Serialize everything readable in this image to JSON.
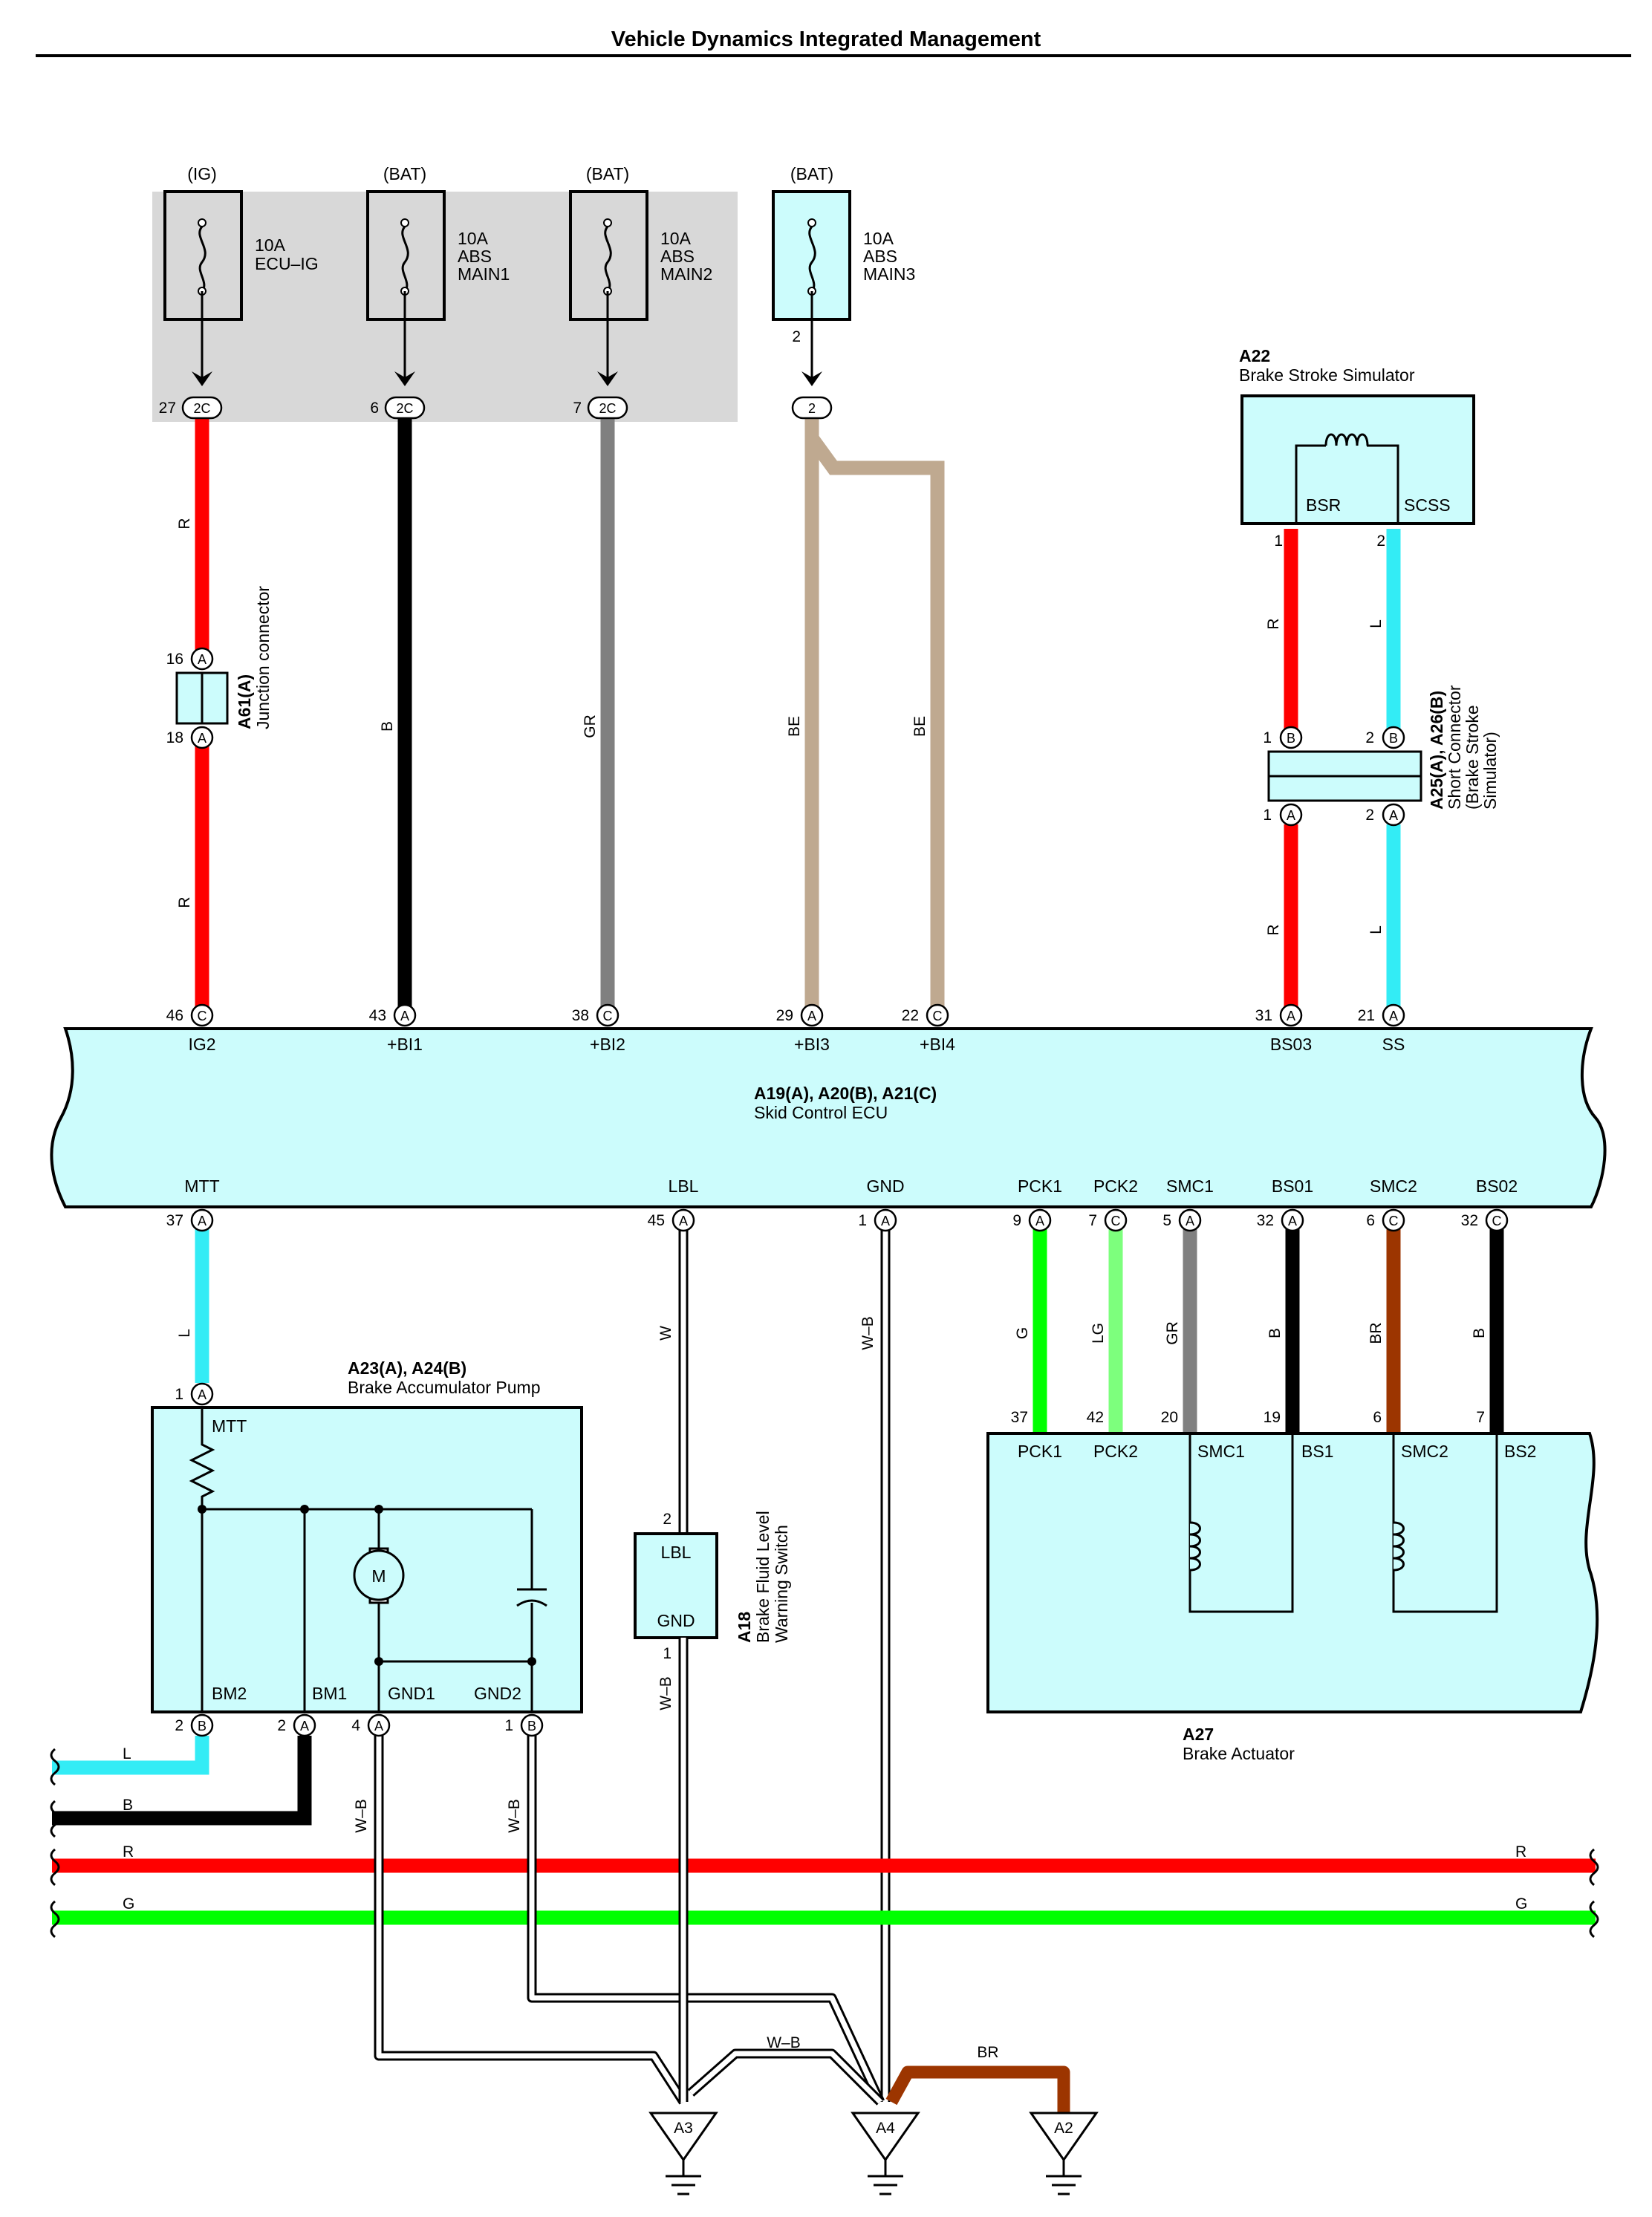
{
  "title": "Vehicle Dynamics Integrated Management",
  "fuses": [
    {
      "source": "(IG)",
      "rating": "10A",
      "name1": "ECU–IG",
      "name2": "",
      "pin": "27",
      "conn": "2C"
    },
    {
      "source": "(BAT)",
      "rating": "10A",
      "name1": "ABS",
      "name2": "MAIN1",
      "pin": "6",
      "conn": "2C"
    },
    {
      "source": "(BAT)",
      "rating": "10A",
      "name1": "ABS",
      "name2": "MAIN2",
      "pin": "7",
      "conn": "2C"
    },
    {
      "source": "(BAT)",
      "rating": "10A",
      "name1": "ABS",
      "name2": "MAIN3",
      "pin": "2",
      "conn": "2",
      "upper_pin": "2"
    }
  ],
  "junction": {
    "code": "A61(A)",
    "name": "Junction connector",
    "pin_top": "16",
    "pin_bottom": "18",
    "conn": "A"
  },
  "upper_wires": {
    "w1a": "R",
    "w1b": "R",
    "w2": "B",
    "w3": "GR",
    "w4": "BE",
    "w5": "BE",
    "w6a": "R",
    "w6b": "R",
    "w7a": "L",
    "w7b": "L"
  },
  "simulator": {
    "code": "A22",
    "name": "Brake Stroke Simulator",
    "term1": "BSR",
    "term2": "SCSS",
    "pin1": "1",
    "pin2": "2"
  },
  "short_connector": {
    "code": "A25(A), A26(B)",
    "line1": "Short Connector",
    "line2": "(Brake Stroke",
    "line3": "Simulator)",
    "pin_b1": "1",
    "pin_b2": "2",
    "pin_a1": "1",
    "pin_a2": "2",
    "conn_b": "B",
    "conn_a": "A"
  },
  "ecu": {
    "code": "A19(A), A20(B), A21(C)",
    "name": "Skid Control ECU",
    "top_pins": [
      {
        "label": "IG2",
        "pin": "46",
        "conn": "C"
      },
      {
        "label": "+BI1",
        "pin": "43",
        "conn": "A"
      },
      {
        "label": "+BI2",
        "pin": "38",
        "conn": "C"
      },
      {
        "label": "+BI3",
        "pin": "29",
        "conn": "A"
      },
      {
        "label": "+BI4",
        "pin": "22",
        "conn": "C"
      },
      {
        "label": "BS03",
        "pin": "31",
        "conn": "A"
      },
      {
        "label": "SS",
        "pin": "21",
        "conn": "A"
      }
    ],
    "bottom_pins": [
      {
        "label": "MTT",
        "pin": "37",
        "conn": "A"
      },
      {
        "label": "LBL",
        "pin": "45",
        "conn": "A"
      },
      {
        "label": "GND",
        "pin": "1",
        "conn": "A"
      },
      {
        "label": "PCK1",
        "pin": "9",
        "conn": "A"
      },
      {
        "label": "PCK2",
        "pin": "7",
        "conn": "C"
      },
      {
        "label": "SMC1",
        "pin": "5",
        "conn": "A"
      },
      {
        "label": "BS01",
        "pin": "32",
        "conn": "A"
      },
      {
        "label": "SMC2",
        "pin": "6",
        "conn": "C"
      },
      {
        "label": "BS02",
        "pin": "32",
        "conn": "C"
      }
    ]
  },
  "lower_wires": {
    "mtt": "L",
    "lbl": "W",
    "gnd": "W–B",
    "pck1": "G",
    "pck2": "LG",
    "smc1": "GR",
    "bs1": "B",
    "smc2": "BR",
    "bs2": "B"
  },
  "pump": {
    "code": "A23(A), A24(B)",
    "name": "Brake Accumulator Pump",
    "mtt": "MTT",
    "motor": "M",
    "bm2": "BM2",
    "bm1": "BM1",
    "gnd1": "GND1",
    "gnd2": "GND2",
    "pin_top": "1",
    "conn_top": "A",
    "pin_bm2": "2",
    "conn_bm2": "B",
    "pin_bm1": "2",
    "conn_bm1": "A",
    "pin_gnd1": "4",
    "conn_gnd1": "A",
    "pin_gnd2": "1",
    "conn_gnd2": "B"
  },
  "fluid_switch": {
    "code": "A18",
    "line1": "Brake Fluid Level",
    "line2": "Warning Switch",
    "lbl": "LBL",
    "gnd": "GND",
    "pin_top": "2",
    "pin_bottom": "1",
    "wire": "W–B"
  },
  "actuator": {
    "code": "A27",
    "name": "Brake Actuator",
    "terms": [
      "PCK1",
      "PCK2",
      "SMC1",
      "BS1",
      "SMC2",
      "BS2"
    ],
    "pins": [
      "37",
      "42",
      "20",
      "19",
      "6",
      "7"
    ]
  },
  "bus": {
    "l": "L",
    "b": "B",
    "r": "R",
    "g": "G"
  },
  "ground_wires": {
    "gnd1": "W–B",
    "gnd2": "W–B",
    "joint": "W–B",
    "br": "BR"
  },
  "grounds": [
    "A3",
    "A4",
    "A2"
  ],
  "colors": {
    "red": "#ff0000",
    "black": "#000000",
    "gray": "#808080",
    "beige": "#bfa990",
    "cyan": "#33ecf5",
    "green": "#00ff00",
    "light_green": "#7dff7d",
    "brown": "#9c3500",
    "box_fill": "#ccfcfc",
    "shade": "#d8d8d8"
  }
}
